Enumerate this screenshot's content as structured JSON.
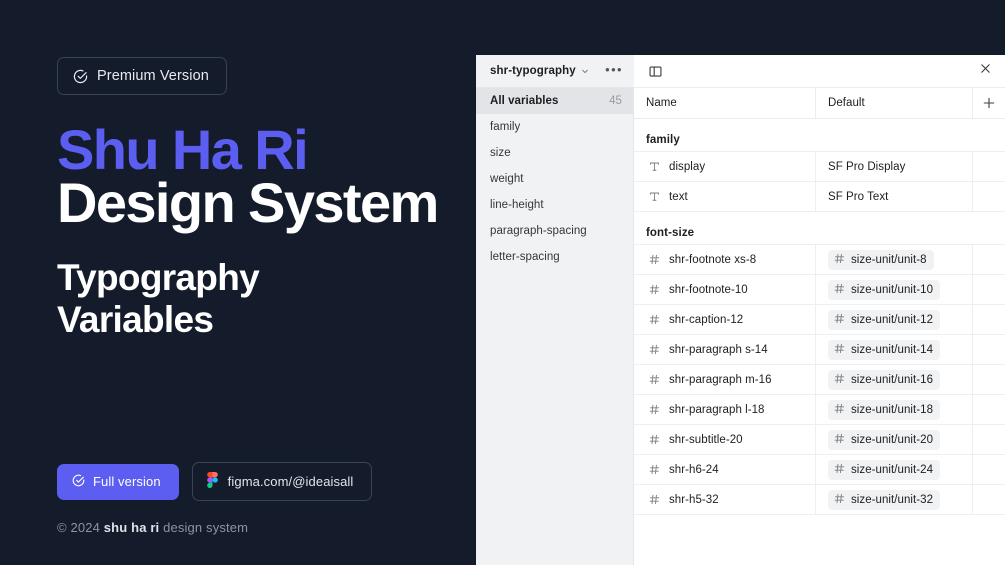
{
  "hero": {
    "badge": {
      "label": "Premium Version",
      "icon": "check-circle-icon"
    },
    "title_line1": "Shu Ha Ri",
    "title_line2": "Design System",
    "subtitle_line1": "Typography",
    "subtitle_line2": "Variables",
    "buttons": {
      "full_version": {
        "label": "Full version",
        "icon": "check-circle-icon"
      },
      "figma_link": {
        "label": "figma.com/@ideaisall",
        "icon": "figma-logo-icon"
      }
    },
    "copyright": {
      "prefix": "© 2024 ",
      "brand": "shu ha ri",
      "suffix": " design system"
    },
    "colors": {
      "background": "#141b2a",
      "accent": "#5b5ef0",
      "muted": "#8b93a6"
    }
  },
  "panel": {
    "collection": "shr-typography",
    "menu_icon": "more-horizontal-icon",
    "layout_icon": "panel-toggle-icon",
    "close_icon": "close-icon",
    "add_icon": "plus-icon",
    "sidebar": [
      {
        "label": "All variables",
        "count": "45",
        "active": true
      },
      {
        "label": "family",
        "count": "",
        "active": false
      },
      {
        "label": "size",
        "count": "",
        "active": false
      },
      {
        "label": "weight",
        "count": "",
        "active": false
      },
      {
        "label": "line-height",
        "count": "",
        "active": false
      },
      {
        "label": "paragraph-spacing",
        "count": "",
        "active": false
      },
      {
        "label": "letter-spacing",
        "count": "",
        "active": false
      }
    ],
    "columns": {
      "name": "Name",
      "default": "Default"
    },
    "groups": [
      {
        "label": "family",
        "rows": [
          {
            "icon": "text-type-icon",
            "name": "display",
            "value": "SF Pro Display",
            "value_type": "text"
          },
          {
            "icon": "text-type-icon",
            "name": "text",
            "value": "SF Pro Text",
            "value_type": "text"
          }
        ]
      },
      {
        "label": "font-size",
        "rows": [
          {
            "icon": "number-hash-icon",
            "name": "shr-footnote xs-8",
            "value": "size-unit/unit-8",
            "value_type": "chip"
          },
          {
            "icon": "number-hash-icon",
            "name": "shr-footnote-10",
            "value": "size-unit/unit-10",
            "value_type": "chip"
          },
          {
            "icon": "number-hash-icon",
            "name": "shr-caption-12",
            "value": "size-unit/unit-12",
            "value_type": "chip"
          },
          {
            "icon": "number-hash-icon",
            "name": "shr-paragraph s-14",
            "value": "size-unit/unit-14",
            "value_type": "chip"
          },
          {
            "icon": "number-hash-icon",
            "name": "shr-paragraph m-16",
            "value": "size-unit/unit-16",
            "value_type": "chip"
          },
          {
            "icon": "number-hash-icon",
            "name": "shr-paragraph l-18",
            "value": "size-unit/unit-18",
            "value_type": "chip"
          },
          {
            "icon": "number-hash-icon",
            "name": "shr-subtitle-20",
            "value": "size-unit/unit-20",
            "value_type": "chip"
          },
          {
            "icon": "number-hash-icon",
            "name": "shr-h6-24",
            "value": "size-unit/unit-24",
            "value_type": "chip"
          },
          {
            "icon": "number-hash-icon",
            "name": "shr-h5-32",
            "value": "size-unit/unit-32",
            "value_type": "chip"
          }
        ]
      }
    ]
  }
}
